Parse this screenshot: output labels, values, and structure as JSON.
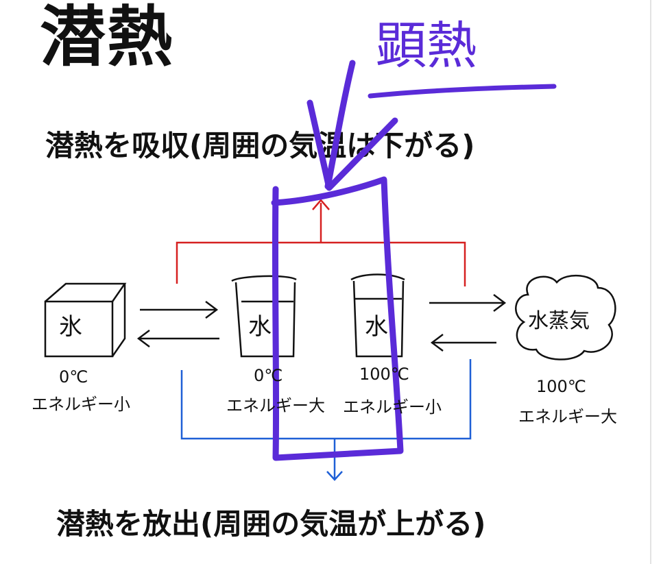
{
  "title": "潜熱",
  "handwritten_title": "顕熱",
  "caption_top": "潜熱を吸収(周囲の気温は下がる)",
  "caption_bottom": "潜熱を放出(周囲の気温が上がる)",
  "states": [
    {
      "name": "氷",
      "temp": "0℃",
      "energy": "エネルギー小"
    },
    {
      "name": "水",
      "temp": "0℃",
      "energy": "エネルギー大"
    },
    {
      "name": "水",
      "temp": "100℃",
      "energy": "エネルギー小"
    },
    {
      "name": "水蒸気",
      "temp": "100℃",
      "energy": "エネルギー大"
    }
  ],
  "colors": {
    "absorb_line": "#d62020",
    "release_line": "#1e5fd6",
    "annotation": "#5a2bd8",
    "ink": "#111111"
  }
}
